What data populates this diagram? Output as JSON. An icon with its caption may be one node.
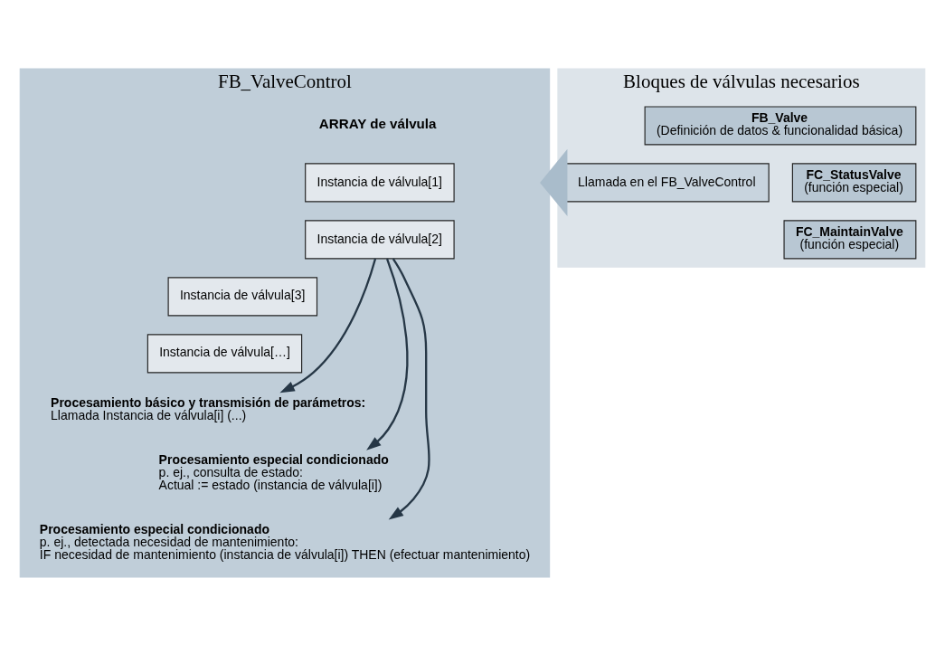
{
  "diagram": {
    "nodes": [
      {
        "text": [
          "FB_ValveControl"
        ]
      },
      {
        "text": [
          "Instancia de válvula[1]"
        ],
        "in": 0
      },
      {
        "text": [
          "Instancia de válvula[2]"
        ],
        "in": 0
      },
      {
        "text": [
          "Instancia de válvula[3]"
        ],
        "in": 0
      },
      {
        "text": [
          "Instancia de válvula[…]"
        ],
        "in": 0
      },
      {
        "text": [
          "Procesamiento básico y transmisión de parámetros:",
          "Llamada Instancia de válvula[i] (...)"
        ],
        "in": 0
      },
      {
        "text": [
          "Procesamiento especial condicionado",
          "p. ej., consulta de estado:",
          "Actual := estado (instancia de válvula[i])"
        ],
        "in": 0
      },
      {
        "text": [
          "Procesamiento especial condicionado",
          "p. ej., detectada necesidad de mantenimiento:",
          "IF necesidad de mantenimiento (instancia de válvula[i]) THEN (efectuar mantenimiento)"
        ],
        "in": 0
      },
      {
        "text": [
          "Bloques de válvulas necesarios"
        ]
      },
      {
        "text": [
          "Llamada en el FB_ValveControl"
        ],
        "in": 8
      },
      {
        "text": [
          "FB_Valve",
          "(Definición de datos & funcionalidad básica)"
        ],
        "in": 8
      },
      {
        "text": [
          "FC_StatusValve",
          "(función especial)"
        ],
        "in": 8
      },
      {
        "text": [
          "FC_MaintainValve",
          "(función especial)"
        ],
        "in": 8
      }
    ],
    "edges": [
      {
        "from": 2,
        "to": 5,
        "arrow": "to"
      },
      {
        "from": 2,
        "to": 6,
        "arrow": "to"
      },
      {
        "from": 2,
        "to": 7,
        "arrow": "to"
      },
      {
        "from": 8,
        "to": 0,
        "arrow": "to",
        "style": "thick",
        "color": "#a9bccb"
      }
    ],
    "labels": [
      "ARRAY de válvula"
    ]
  }
}
